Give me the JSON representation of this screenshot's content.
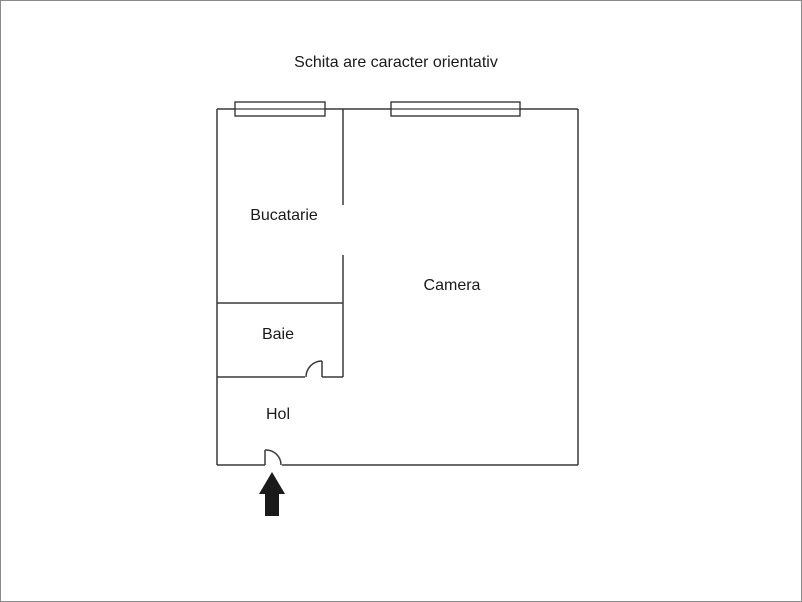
{
  "title": "Schita are caracter orientativ",
  "rooms": [
    {
      "id": "bucatarie",
      "label": "Bucatarie"
    },
    {
      "id": "camera",
      "label": "Camera"
    },
    {
      "id": "baie",
      "label": "Baie"
    },
    {
      "id": "hol",
      "label": "Hol"
    }
  ],
  "colors": {
    "wall": "#3a3a3a",
    "frame": "#8a8a8a",
    "arrow": "#1a1a1a",
    "text": "#1a1a1a"
  },
  "icons": {
    "entrance": "entrance-arrow-icon",
    "window": "window-icon",
    "door": "door-swing-icon"
  }
}
